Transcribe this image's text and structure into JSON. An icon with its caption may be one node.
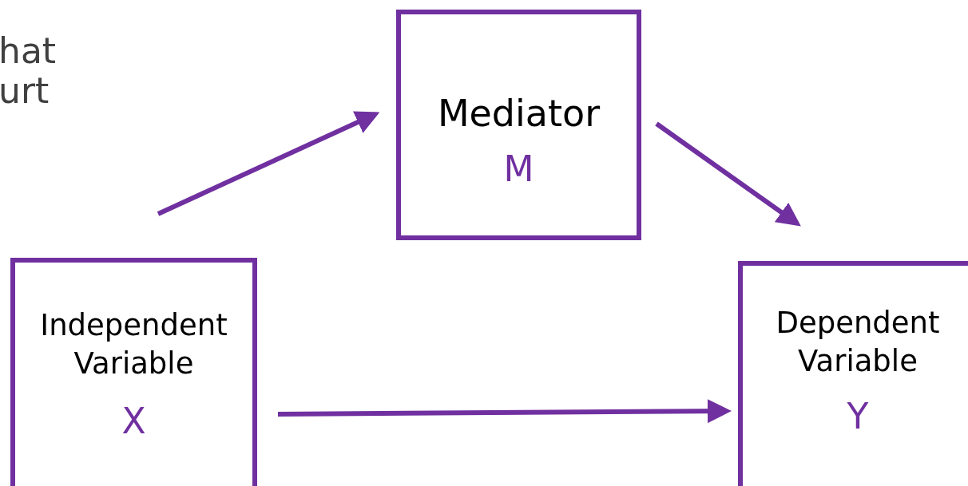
{
  "diagram": {
    "nodes": [
      {
        "text": [
          "Mediator",
          "M"
        ]
      },
      {
        "text": [
          "Independent Variable",
          "X"
        ]
      },
      {
        "text": [
          "Dependent Variable",
          "Y"
        ]
      }
    ],
    "edges": [
      {
        "from": 1,
        "to": 0,
        "arrow": "to"
      },
      {
        "from": 0,
        "to": 2,
        "arrow": "to"
      },
      {
        "from": 1,
        "to": 2,
        "arrow": "to"
      }
    ],
    "labels": [
      "hat",
      "urt"
    ]
  }
}
